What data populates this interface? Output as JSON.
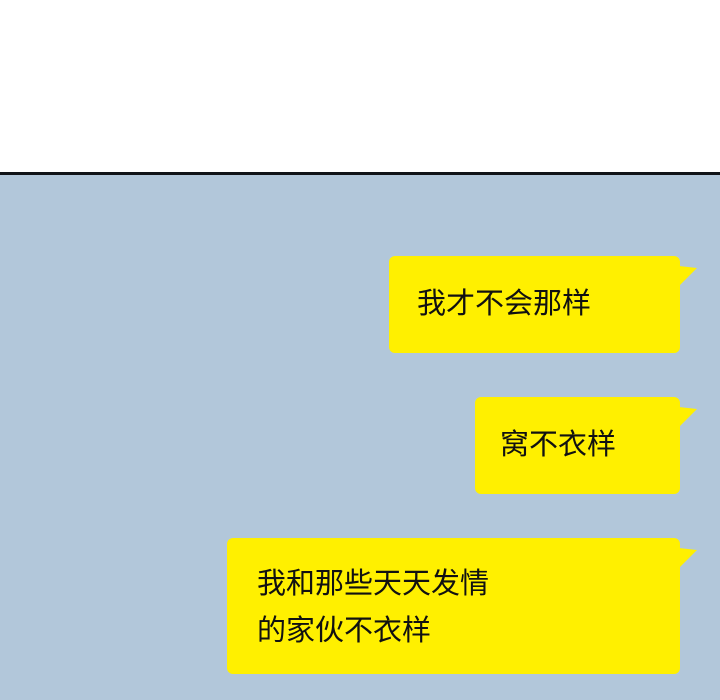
{
  "chat": {
    "background_color": "#b2c7da",
    "bubble_color": "#fff000",
    "messages": [
      {
        "sender": "self",
        "text": "我才不会那样"
      },
      {
        "sender": "self",
        "text": "窝不衣样"
      },
      {
        "sender": "self",
        "text": "我和那些天天发情\n的家伙不衣样"
      }
    ]
  }
}
